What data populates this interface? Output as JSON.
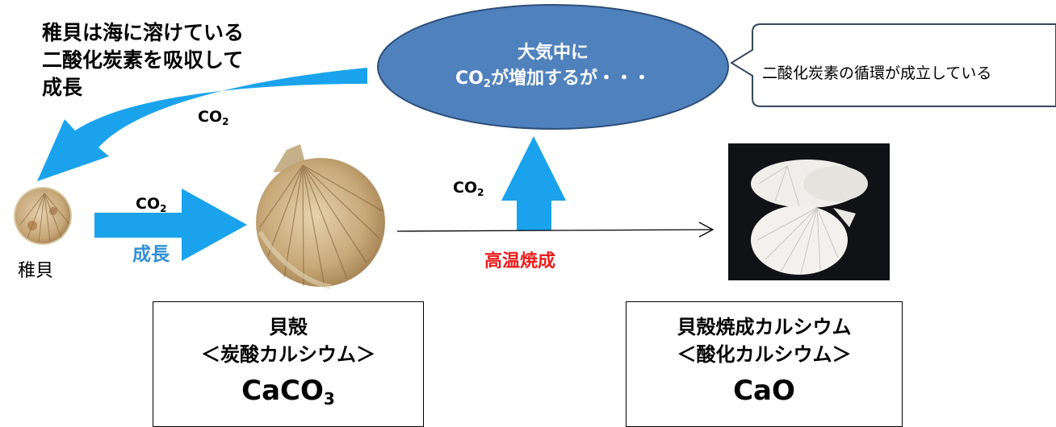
{
  "juvenile_note": [
    "稚貝は海に溶けている",
    "二酸化炭素を吸収して",
    "成長"
  ],
  "co2": {
    "base": "CO",
    "subscript": "2"
  },
  "atmosphere": {
    "line1": "大気中に",
    "line2_prefix": "CO",
    "line2_sub": "2",
    "line2_suffix": "が増加するが・・・"
  },
  "callout": "二酸化炭素の循環が成立している",
  "juvenile_label": "稚貝",
  "growth_label": "成長",
  "calcination_label": "高温焼成",
  "box_shell": {
    "name": "貝殻",
    "sub": "＜炭酸カルシウム＞",
    "formula_base": "CaCO",
    "formula_sub": "3"
  },
  "box_calcined": {
    "name": "貝殻焼成カルシウム",
    "sub": "＜酸化カルシウム＞",
    "formula": "CaO"
  },
  "colors": {
    "ellipse_fill": "#4f81bd",
    "ellipse_stroke": "#2e4f7a",
    "arrow_blue": "#1aa3ec",
    "growth_text": "#2f8fd6",
    "calcination_text": "#ee1c1c",
    "shell_light": "#ede2c8",
    "shell_dark": "#8d6a3f"
  }
}
